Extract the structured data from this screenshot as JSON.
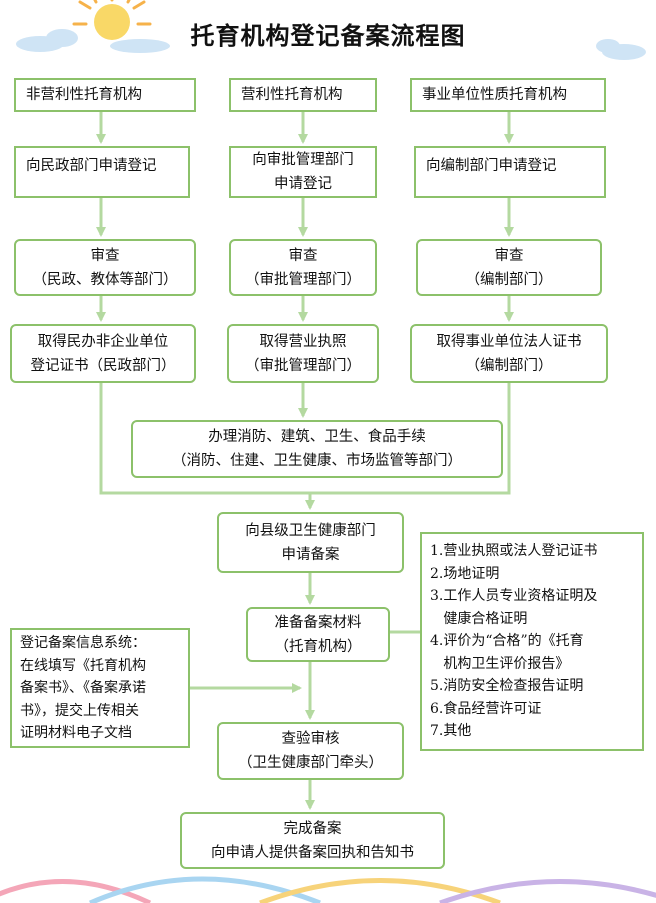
{
  "title": "托育机构登记备案流程图",
  "columns": [
    {
      "type": "非营利性托育机构",
      "register": [
        "向民政部门申请登记"
      ],
      "review": [
        "审查",
        "（民政、教体等部门）"
      ],
      "certificate": [
        "取得民办非企业单位",
        "登记证书（民政部门）"
      ]
    },
    {
      "type": "营利性托育机构",
      "register": [
        "向审批管理部门",
        "申请登记"
      ],
      "review": [
        "审查",
        "（审批管理部门）"
      ],
      "certificate": [
        "取得营业执照",
        "（审批管理部门）"
      ]
    },
    {
      "type": "事业单位性质托育机构",
      "register": [
        "向编制部门申请登记"
      ],
      "review": [
        "审查",
        "（编制部门）"
      ],
      "certificate": [
        "取得事业单位法人证书",
        "（编制部门）"
      ]
    }
  ],
  "procedures": [
    "办理消防、建筑、卫生、食品手续",
    "（消防、住建、卫生健康、市场监管等部门）"
  ],
  "filing_application": [
    "向县级卫生健康部门",
    "申请备案"
  ],
  "prepare_materials": [
    "准备备案材料",
    "（托育机构）"
  ],
  "inspection": [
    "查验审核",
    "（卫生健康部门牵头）"
  ],
  "complete": [
    "完成备案",
    "向申请人提供备案回执和告知书"
  ],
  "online_system": [
    "登记备案信息系统：",
    "在线填写《托育机构",
    "备案书》、《备案承诺",
    "书》，提交上传相关",
    "证明材料电子文档"
  ],
  "materials_list": [
    "1.营业执照或法人登记证书",
    "2.场地证明",
    "3.工作人员专业资格证明及",
    "   健康合格证明",
    "4.评价为“合格”的《托育",
    "   机构卫生评价报告》",
    "5.消防安全检查报告证明",
    "6.食品经营许可证",
    "7.其他"
  ],
  "colors": {
    "border": "#8cc16a",
    "arrow": "#b4d9a0",
    "text": "#111111"
  }
}
